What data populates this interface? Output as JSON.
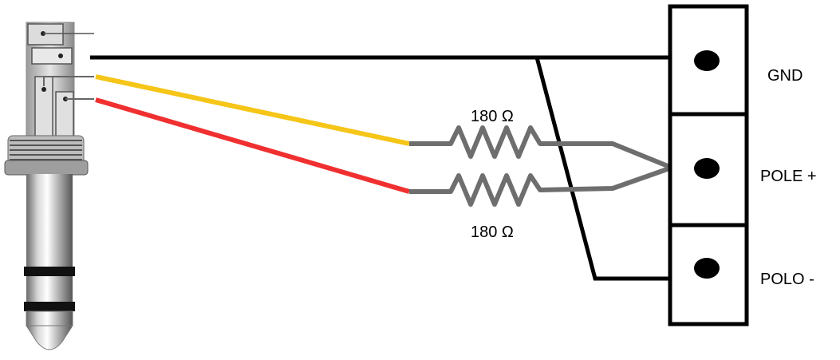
{
  "terminal_labels": {
    "gnd": "GND",
    "pole_plus": "POLE +",
    "polo_minus": "POLO -"
  },
  "resistors": {
    "top_label": "180 Ω",
    "bottom_label": "180 Ω"
  },
  "colors": {
    "ground_wire": "#000000",
    "yellow_wire": "#f5c518",
    "red_wire": "#f03030",
    "lead_wire": "#6e6e6e",
    "terminal_block": "#000000"
  }
}
